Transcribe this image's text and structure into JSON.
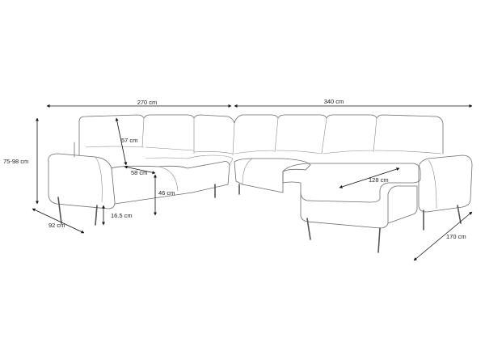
{
  "dimensions": {
    "width_left": "270 cm",
    "width_right": "340 cm",
    "height": "75-98 cm",
    "depth_arm": "92 cm",
    "back_height": "57 cm",
    "seat_depth": "58 cm",
    "seat_height": "46 cm",
    "leg_height": "16.5 cm",
    "chaise_width": "128 cm",
    "chaise_depth": "170 cm"
  },
  "colors": {
    "outline": "#6b6b6b",
    "dimension": "#111111"
  }
}
